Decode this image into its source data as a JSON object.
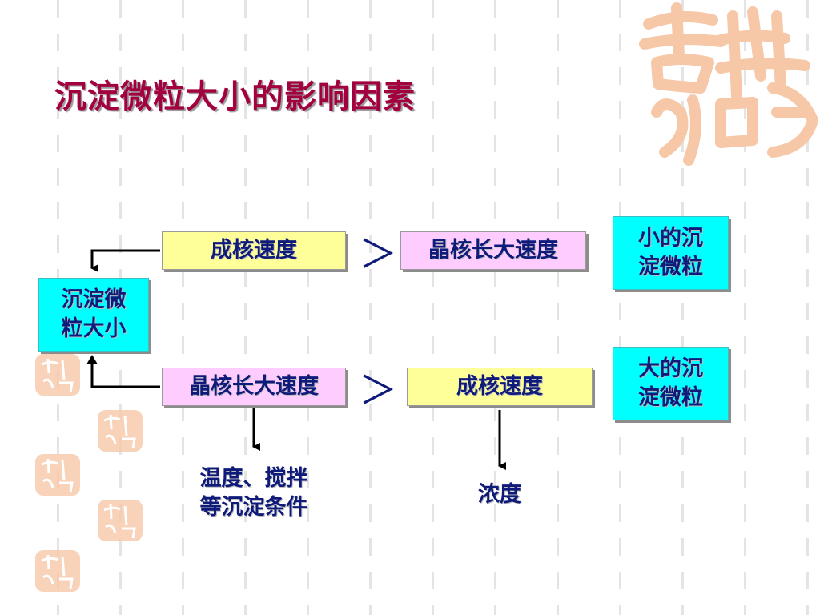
{
  "title": "沉淀微粒大小的影响因素",
  "diagram": {
    "center": "沉淀微\n粒大小",
    "top_row": {
      "left": "成核速度",
      "comparator": "＞",
      "right": "晶核长大速度",
      "result": "小的沉\n淀微粒"
    },
    "bottom_row": {
      "left": "晶核长大速度",
      "comparator": "＞",
      "right": "成核速度",
      "result": "大的沉\n淀微粒",
      "left_factor": "温度、搅拌\n等沉淀条件",
      "right_factor": "浓度"
    }
  },
  "colors": {
    "title": "#a3003f",
    "text": "#0f1b7a",
    "yellow_box": "#ffff99",
    "pink_box": "#ffccff",
    "cyan_box": "#00ffff",
    "decoration": "#f6c8a8"
  }
}
